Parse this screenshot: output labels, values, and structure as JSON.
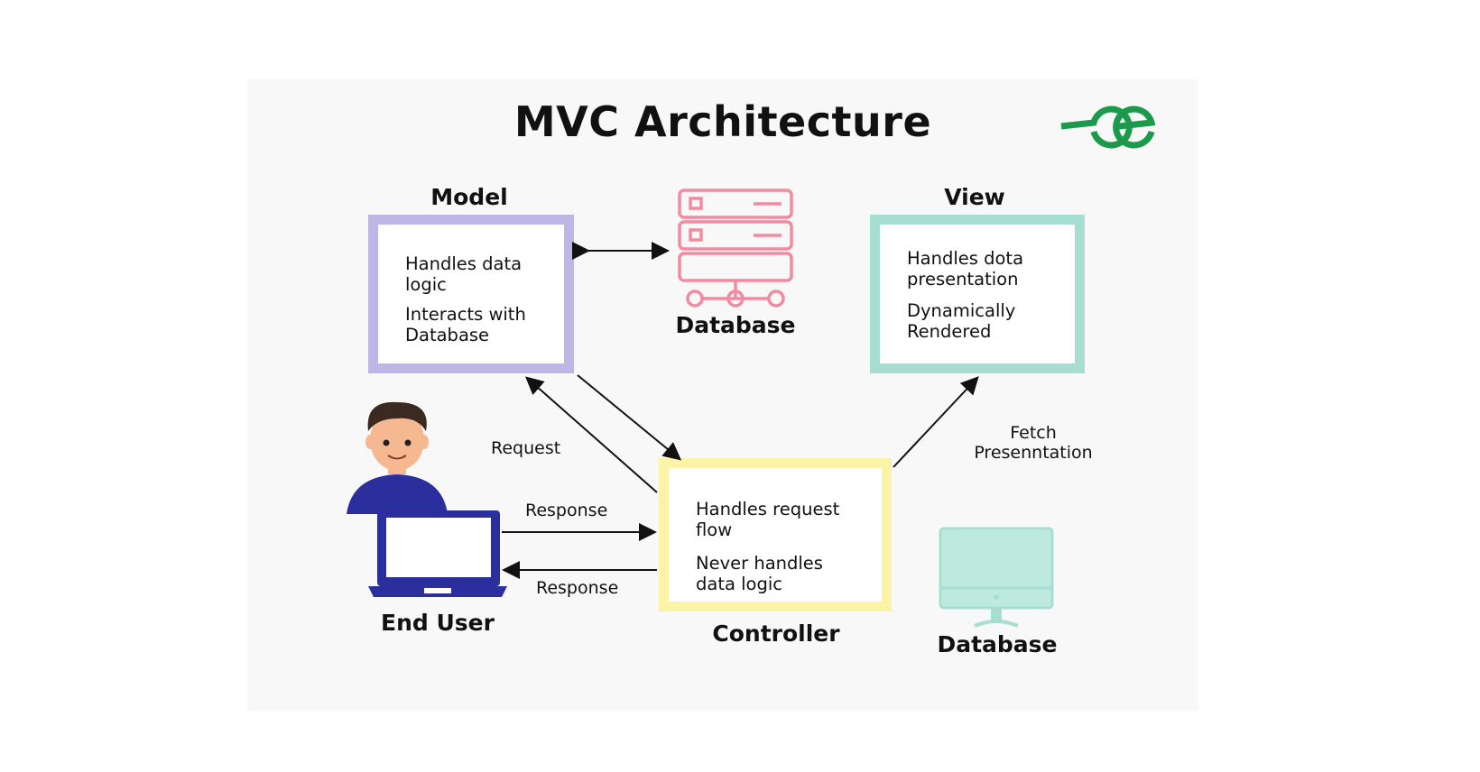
{
  "title": "MVC Architecture",
  "logo": {
    "text": "ƏG",
    "color": "#1a9a4a"
  },
  "model": {
    "heading": "Model",
    "line1": "Handles data\nlogic",
    "line2": "Interacts with\nDatabase",
    "border_color": "#bdb6e6"
  },
  "database_top": {
    "label": "Database",
    "color": "#f28aa0",
    "icon": "server-stack-icon"
  },
  "view": {
    "heading": "View",
    "line1": "Handles dota\npresentation",
    "line2": "Dynamically\nRendered",
    "border_color": "#a6dfd1"
  },
  "controller": {
    "heading": "Controller",
    "line1": "Handles request\nflow",
    "line2": "Never handles\ndata logic",
    "border_color": "#fbf3a6"
  },
  "end_user": {
    "label": "End User",
    "icon": "person-with-laptop-icon",
    "color": "#2b2f9e"
  },
  "database_bottom": {
    "label": "Database",
    "icon": "monitor-icon",
    "color": "#a6dfd1"
  },
  "arrows": {
    "request": "Request",
    "response_top": "Response",
    "response_bottom": "Response",
    "fetch": "Fetch\nPresenntation"
  }
}
